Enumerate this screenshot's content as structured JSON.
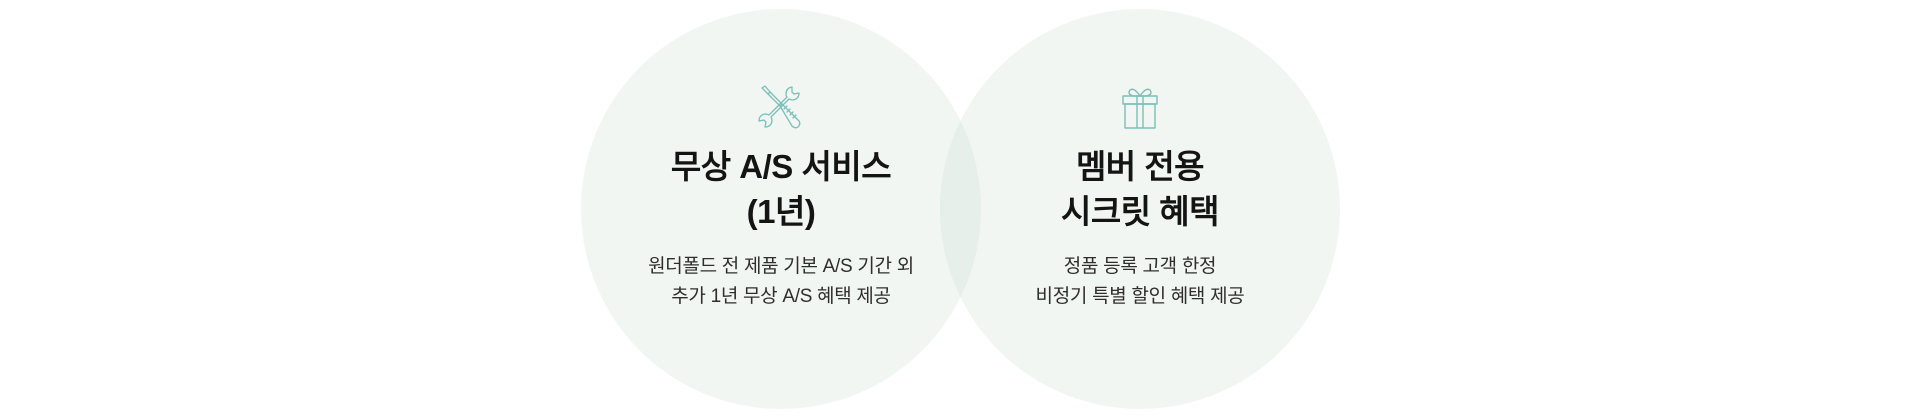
{
  "theme": {
    "circle_fill": "#f1f5f3",
    "circle_overlap": "#e6eeeb",
    "icon_color": "#7bbfb8",
    "title_color": "#141414",
    "text_color": "#2e2e2e"
  },
  "benefits": [
    {
      "icon": "tools-icon",
      "title_lines": [
        "무상 A/S 서비스",
        "(1년)"
      ],
      "description_lines": [
        "원더폴드 전 제품 기본 A/S 기간 외",
        "추가 1년 무상 A/S 혜택 제공"
      ]
    },
    {
      "icon": "gift-icon",
      "title_lines": [
        "멤버 전용",
        "시크릿 혜택"
      ],
      "description_lines": [
        "정품 등록 고객 한정",
        "비정기 특별 할인 혜택 제공"
      ]
    }
  ]
}
